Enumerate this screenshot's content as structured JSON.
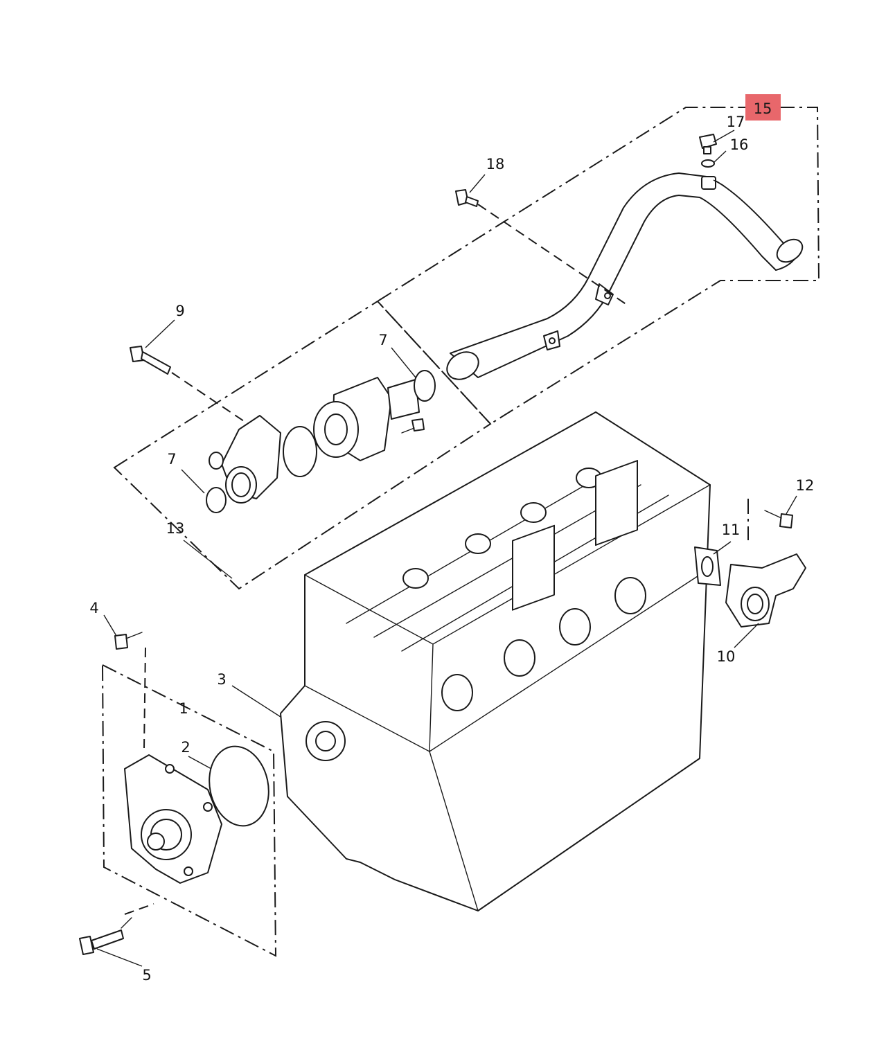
{
  "diagram": {
    "highlight_color": "#e8676b",
    "highlighted_part": "15",
    "callouts": {
      "c1": "1",
      "c2": "2",
      "c3": "3",
      "c4": "4",
      "c5": "5",
      "c7a": "7",
      "c7b": "7",
      "c9": "9",
      "c10": "10",
      "c11": "11",
      "c12": "12",
      "c13": "13",
      "c15": "15",
      "c16": "16",
      "c17": "17",
      "c18": "18"
    }
  }
}
